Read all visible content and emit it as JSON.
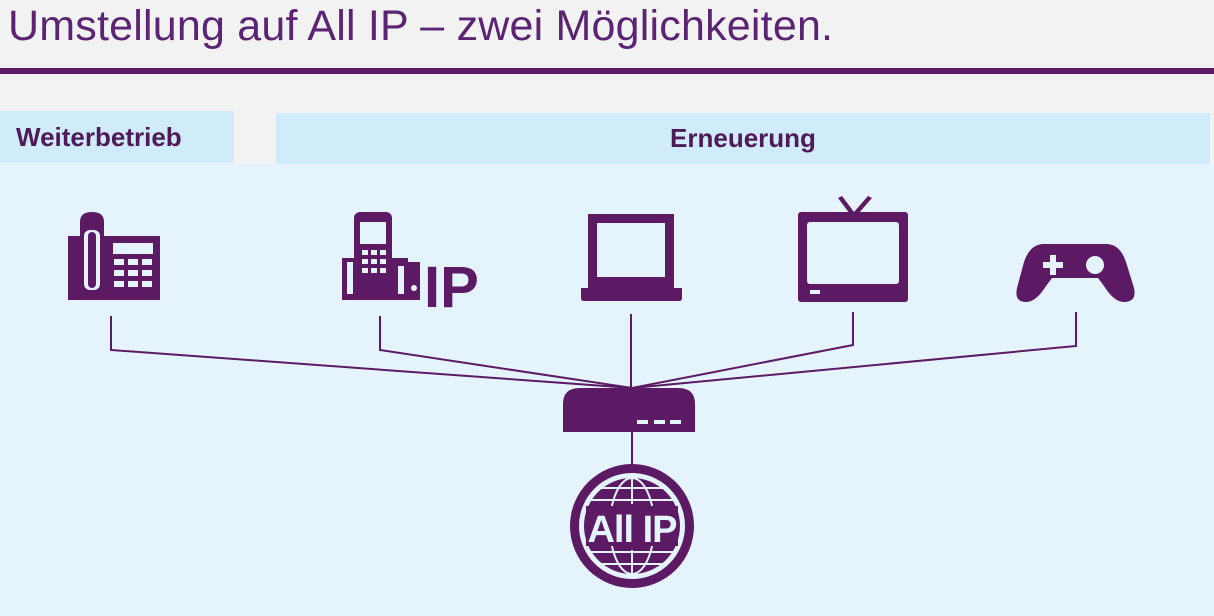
{
  "title": "Umstellung auf All IP – zwei Möglichkeiten.",
  "labels": {
    "continue": "Weiterbetrieb",
    "renewal": "Erneuerung"
  },
  "devices": [
    {
      "icon": "desk-phone-icon"
    },
    {
      "icon": "ip-phone-icon",
      "badge": "IP"
    },
    {
      "icon": "laptop-icon"
    },
    {
      "icon": "tv-icon"
    },
    {
      "icon": "gamepad-icon"
    }
  ],
  "router": {
    "icon": "router-icon"
  },
  "network": {
    "icon": "globe-icon",
    "label": "All IP"
  },
  "colors": {
    "brand": "#5b1a63",
    "title": "#5b2472",
    "label_bg": "#d0ecfb",
    "panel_bg": "#e4f3fc",
    "page_bg": "#f2f2f2"
  }
}
